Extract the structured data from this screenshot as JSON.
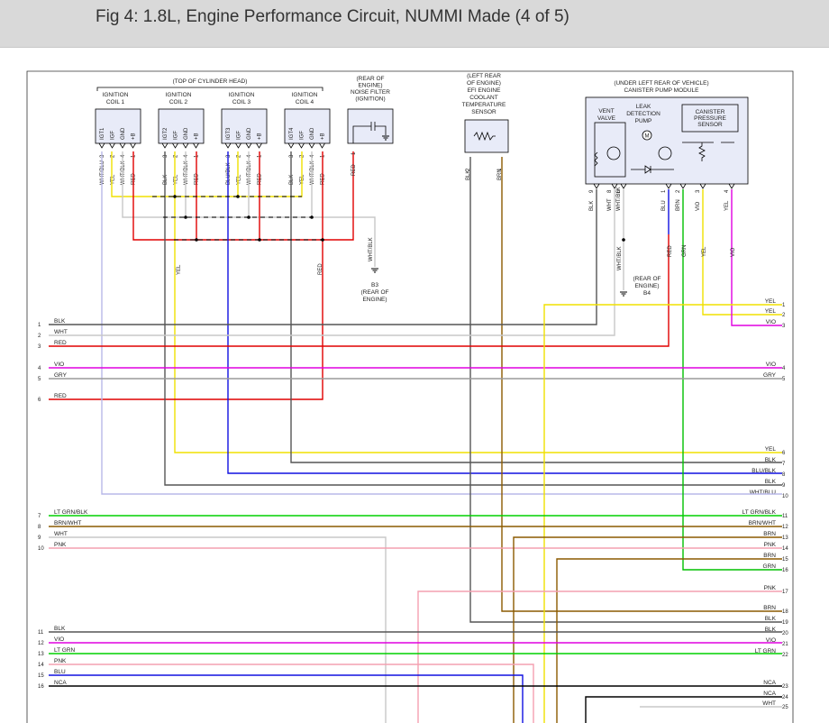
{
  "figure": {
    "title": "Fig 4: 1.8L, Engine Performance Circuit, NUMMI Made (4 of 5)"
  },
  "colors": {
    "BLK": "#555555",
    "WHT": "#c8c8c8",
    "RED": "#e00000",
    "VIO": "#e000e0",
    "GRY": "#9a9a9a",
    "YEL": "#f0e000",
    "BLU": "#1010e0",
    "BRN": "#8b5a00",
    "GRN": "#00c000",
    "PNK": "#f4a0b0",
    "NCA": "#000000",
    "WHTBLU": "#b8b8e8",
    "LTGRN": "#00d000",
    "component_fill": "#e8ebf8"
  },
  "header_labels": {
    "cylinder_head": "(TOP OF CYLINDER HEAD)",
    "noise_filter": [
      "(REAR OF",
      "ENGINE)",
      "NOISE FILTER",
      "(IGNITION)"
    ],
    "coolant_sensor": [
      "(LEFT REAR",
      "OF ENGINE)",
      "EFI ENGINE",
      "COOLANT",
      "TEMPERATURE",
      "SENSOR"
    ],
    "canister_module": [
      "(UNDER LEFT REAR OF VEHICLE)",
      "CANISTER PUMP MODULE"
    ]
  },
  "coils": [
    {
      "name": [
        "IGNITION",
        "COIL 1"
      ],
      "pins": [
        "IGT1",
        "IGF",
        "GND",
        "+B"
      ],
      "nums": [
        "3",
        "2",
        "4",
        "1"
      ],
      "wires": [
        "WHT/BLU",
        "YEL",
        "WHT/BLK",
        "RED"
      ]
    },
    {
      "name": [
        "IGNITION",
        "COIL 2"
      ],
      "pins": [
        "IGT2",
        "IGF",
        "GND",
        "+B"
      ],
      "nums": [
        "3",
        "2",
        "4",
        "1"
      ],
      "wires": [
        "BLK",
        "YEL",
        "WHT/BLK",
        "RED"
      ]
    },
    {
      "name": [
        "IGNITION",
        "COIL 3"
      ],
      "pins": [
        "IGT3",
        "IGF",
        "GND",
        "+B"
      ],
      "nums": [
        "3",
        "2",
        "4",
        "1"
      ],
      "wires": [
        "BLU/BLK",
        "YEL",
        "WHT/BLK",
        "RED"
      ]
    },
    {
      "name": [
        "IGNITION",
        "COIL 4"
      ],
      "pins": [
        "IGT4",
        "IGF",
        "GND",
        "+B"
      ],
      "nums": [
        "3",
        "2",
        "4",
        "1"
      ],
      "wires": [
        "BLK",
        "YEL",
        "WHT/BLK",
        "RED"
      ]
    }
  ],
  "noise_filter": {
    "pin": "1",
    "wire": "RED"
  },
  "coolant_sensor": {
    "nums": [
      "2",
      "1"
    ],
    "wires": [
      "BLK",
      "BRN"
    ]
  },
  "canister": {
    "vent_valve": [
      "VENT",
      "VALVE"
    ],
    "leak_pump": [
      "LEAK",
      "DETECTION",
      "PUMP"
    ],
    "motor": "M",
    "pressure_sensor": [
      "CANISTER",
      "PRESSURE",
      "SENSOR"
    ],
    "nums": [
      "9",
      "8",
      "6",
      "1",
      "2",
      "3",
      "4"
    ],
    "wires": [
      "BLK",
      "WHT",
      "WHT/BLK",
      "BLU",
      "BRN",
      "VIO",
      "YEL"
    ],
    "lower_wires": [
      "RED",
      "GRN",
      "YEL",
      "VIO"
    ]
  },
  "grounds": {
    "b3": [
      "B3",
      "(REAR OF",
      "ENGINE)"
    ],
    "b3_wire": "WHT/BLK",
    "b4": [
      "(REAR OF",
      "ENGINE)",
      "B4"
    ],
    "b4_wire": "WHT/BLK",
    "yel_drop": "YEL",
    "red_drop": "RED"
  },
  "left_harness": [
    {
      "num": "1",
      "label": "BLK"
    },
    {
      "num": "2",
      "label": "WHT"
    },
    {
      "num": "3",
      "label": "RED"
    },
    {
      "num": "4",
      "label": "VIO"
    },
    {
      "num": "5",
      "label": "GRY"
    },
    {
      "num": "6",
      "label": "RED"
    },
    {
      "num": "7",
      "label": "LT GRN/BLK"
    },
    {
      "num": "8",
      "label": "BRN/WHT"
    },
    {
      "num": "9",
      "label": "WHT"
    },
    {
      "num": "10",
      "label": "PNK"
    },
    {
      "num": "11",
      "label": "BLK"
    },
    {
      "num": "12",
      "label": "VIO"
    },
    {
      "num": "13",
      "label": "LT GRN"
    },
    {
      "num": "14",
      "label": "PNK"
    },
    {
      "num": "15",
      "label": "BLU"
    },
    {
      "num": "16",
      "label": "NCA"
    }
  ],
  "right_harness": [
    {
      "num": "1",
      "label": "YEL"
    },
    {
      "num": "2",
      "label": "YEL"
    },
    {
      "num": "3",
      "label": "VIO"
    },
    {
      "num": "4",
      "label": "VIO"
    },
    {
      "num": "5",
      "label": "GRY"
    },
    {
      "num": "6",
      "label": "YEL"
    },
    {
      "num": "7",
      "label": "BLK"
    },
    {
      "num": "8",
      "label": "BLU/BLK"
    },
    {
      "num": "9",
      "label": "BLK"
    },
    {
      "num": "10",
      "label": "WHT/BLU"
    },
    {
      "num": "11",
      "label": "LT GRN/BLK"
    },
    {
      "num": "12",
      "label": "BRN/WHT"
    },
    {
      "num": "13",
      "label": "BRN"
    },
    {
      "num": "14",
      "label": "PNK"
    },
    {
      "num": "15",
      "label": "BRN"
    },
    {
      "num": "16",
      "label": "GRN"
    },
    {
      "num": "17",
      "label": "PNK"
    },
    {
      "num": "18",
      "label": "BRN"
    },
    {
      "num": "19",
      "label": "BLK"
    },
    {
      "num": "20",
      "label": "BLK"
    },
    {
      "num": "21",
      "label": "VIO"
    },
    {
      "num": "22",
      "label": "LT GRN"
    },
    {
      "num": "23",
      "label": "NCA"
    },
    {
      "num": "24",
      "label": "NCA"
    },
    {
      "num": "25",
      "label": "WHT"
    }
  ]
}
